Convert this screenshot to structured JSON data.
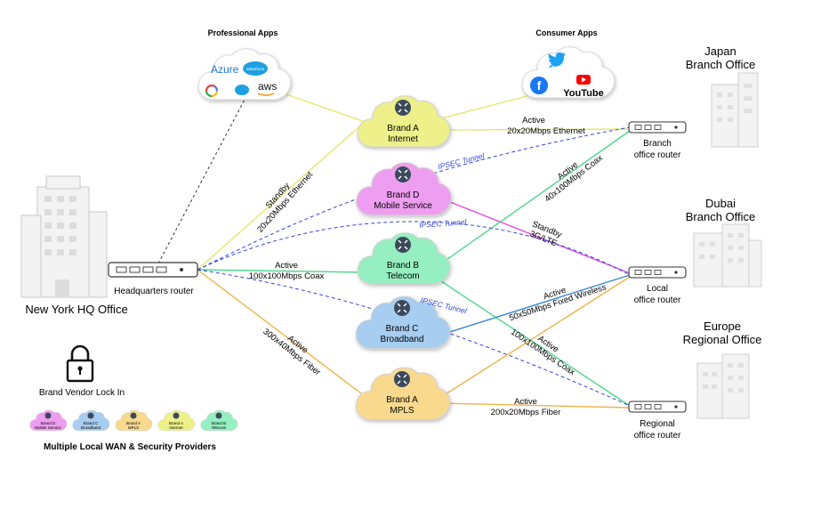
{
  "clouds": {
    "professional": {
      "title": "Professional Apps",
      "apps": [
        "Azure",
        "salesforce",
        "aws"
      ],
      "icons": [
        "google-cloud-icon",
        "microsoft-teams-icon"
      ]
    },
    "consumer": {
      "title": "Consumer Apps",
      "apps": [
        "YouTube"
      ],
      "icons": [
        "twitter-icon",
        "facebook-icon",
        "youtube-icon"
      ]
    },
    "providers": [
      {
        "id": "brand-a-internet",
        "line1": "Brand A",
        "line2": "Internet",
        "color": "#eef08a"
      },
      {
        "id": "brand-d-mobile",
        "line1": "Brand D",
        "line2": "Mobile Service",
        "color": "#ee9ef0"
      },
      {
        "id": "brand-b-telecom",
        "line1": "Brand B",
        "line2": "Telecom",
        "color": "#96efc0"
      },
      {
        "id": "brand-c-broadband",
        "line1": "Brand C",
        "line2": "Broadband",
        "color": "#a7cdf0"
      },
      {
        "id": "brand-a-mpls",
        "line1": "Brand A",
        "line2": "MPLS",
        "color": "#f8d98e"
      }
    ]
  },
  "sites": {
    "hq": {
      "name": "New York HQ Office",
      "router": "Headquarters router"
    },
    "japan": {
      "line1": "Japan",
      "line2": "Branch Office",
      "router1": "Branch",
      "router2": "office router"
    },
    "dubai": {
      "line1": "Dubai",
      "line2": "Branch Office",
      "router1": "Local",
      "router2": "office router"
    },
    "europe": {
      "line1": "Europe",
      "line2": "Regional Office",
      "router1": "Regional",
      "router2": "office router"
    }
  },
  "links": {
    "standby_eth_l1": "Standby",
    "standby_eth_l2": "20x20Mbps Ethernet",
    "active_coax_l1": "Active",
    "active_coax_l2": "100x100Mbps Coax",
    "active_fiber_l1": "Active",
    "active_fiber_l2": "300x40Mbps Fiber",
    "japan_active_eth_l1": "Active",
    "japan_active_eth_l2": "20x20Mbps Ethernet",
    "japan_active_coax_l1": "Active",
    "japan_active_coax_l2": "40x100Mbps Coax",
    "dubai_standby_l1": "Standby",
    "dubai_standby_l2": "3G/LTE",
    "dubai_active_fw_l1": "Active",
    "dubai_active_fw_l2": "50x50Mbps Fixed Wireless",
    "europe_active_coax_l1": "Active",
    "europe_active_coax_l2": "100x100Mbps Coax",
    "europe_active_fiber_l1": "Active",
    "europe_active_fiber_l2": "200x20Mbps Fiber",
    "ipsec_1": "IPSEC Tunnel",
    "ipsec_2": "IPSEC Tunnel",
    "ipsec_3": "IPSEC Tunnel"
  },
  "legend": {
    "lock_title": "Brand Vendor Lock In",
    "caption": "Multiple Local WAN & Security Providers",
    "mini": [
      {
        "l1": "Brand D",
        "l2": "Mobile Service",
        "color": "#ee9ef0"
      },
      {
        "l1": "Brand C",
        "l2": "Broadband",
        "color": "#a7cdf0"
      },
      {
        "l1": "Brand A",
        "l2": "MPLS",
        "color": "#f8d98e"
      },
      {
        "l1": "Brand A",
        "l2": "Internet",
        "color": "#eef08a"
      },
      {
        "l1": "Brand B",
        "l2": "Telecom",
        "color": "#96efc0"
      }
    ]
  },
  "colors": {
    "line_yellow": "#e6e86a",
    "line_pink": "#e14be4",
    "line_green": "#4bd68c",
    "line_blue": "#3a86d8",
    "line_orange": "#f2b24a",
    "tunnel": "#3344dd"
  }
}
